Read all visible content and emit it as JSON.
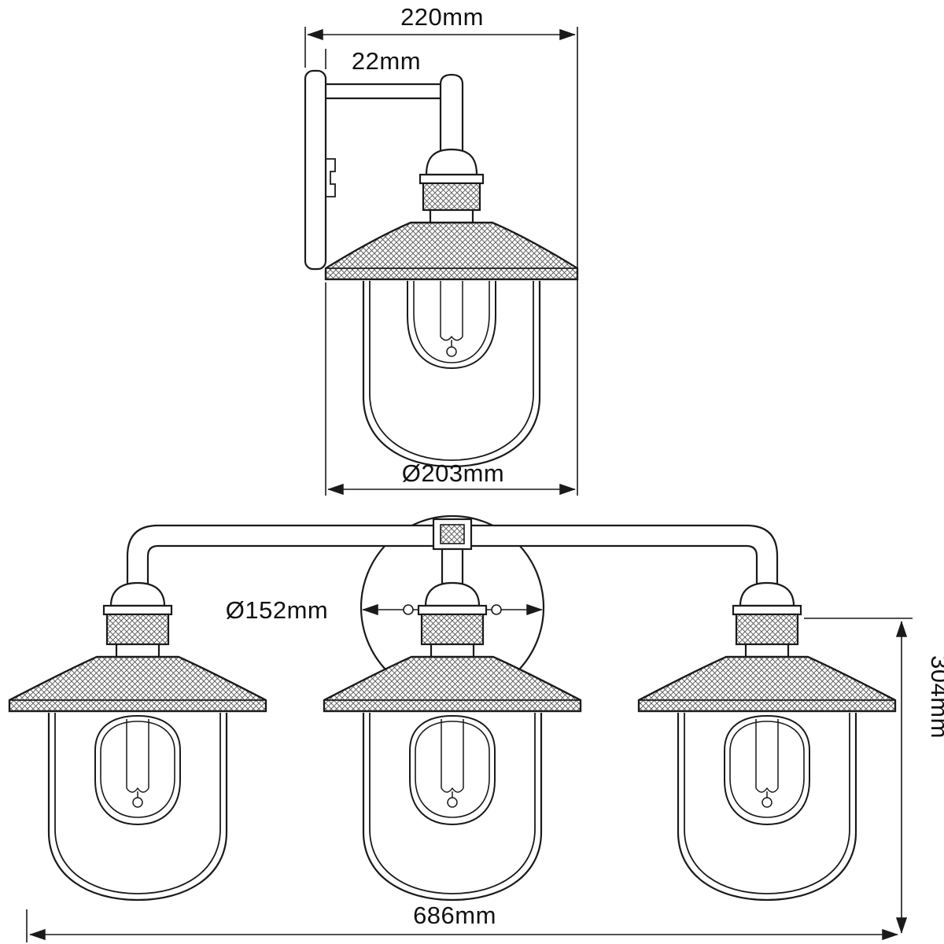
{
  "diagram_type": "technical-dimension-drawing",
  "dims": {
    "projection": "220mm",
    "plate_depth": "22mm",
    "shade_diameter": "Ø203mm",
    "backplate_diameter": "Ø152mm",
    "fixture_height": "304mm",
    "fixture_width": "686mm"
  },
  "colors": {
    "line": "#1a1a1a",
    "background": "#ffffff"
  }
}
